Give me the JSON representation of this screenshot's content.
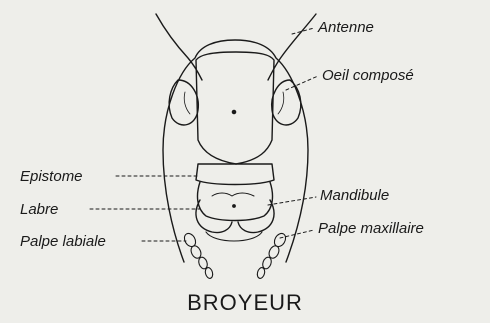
{
  "labels": {
    "antenne": "Antenne",
    "oeil_compose": "Oeil composé",
    "epistome": "Epistome",
    "labre": "Labre",
    "palpe_labiale": "Palpe labiale",
    "mandibule": "Mandibule",
    "palpe_maxillaire": "Palpe maxillaire"
  },
  "caption": "BROYEUR"
}
